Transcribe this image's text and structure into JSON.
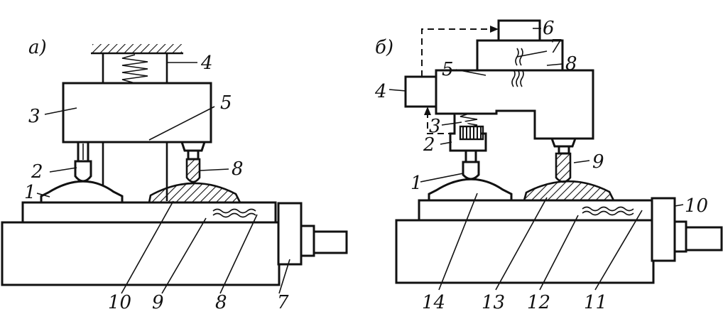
{
  "diagram_a": {
    "panel_label": "а)",
    "callouts": [
      "1",
      "2",
      "3",
      "4",
      "5",
      "8",
      "7",
      "8",
      "9",
      "10"
    ]
  },
  "diagram_b": {
    "panel_label": "б)",
    "callouts": [
      "1",
      "2",
      "3",
      "4",
      "5",
      "6",
      "7",
      "8",
      "9",
      "10",
      "11",
      "12",
      "13",
      "14"
    ]
  },
  "colors": {
    "ink": "#111111",
    "paper": "#ffffff"
  }
}
